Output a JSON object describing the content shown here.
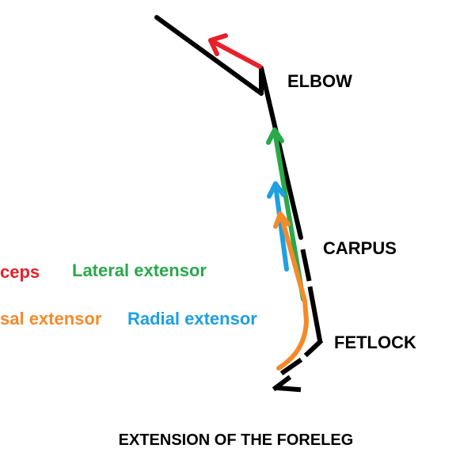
{
  "labels": {
    "elbow": "ELBOW",
    "carpus": "CARPUS",
    "fetlock": "FETLOCK",
    "triceps": "ceps",
    "lateral_extensor": "Lateral extensor",
    "digital_extensor": "sal extensor",
    "radial_extensor": "Radial extensor"
  },
  "title": "EXTENSION OF THE FORELEG",
  "colors": {
    "bone": "#000000",
    "text": "#000000",
    "triceps": "#e8202a",
    "lateral_extensor": "#2aa84a",
    "digital_extensor": "#f48a2a",
    "radial_extensor": "#1ea0e0"
  },
  "icons": {
    "triceps_arrow": "arrow-up-left-icon",
    "lateral_arrow": "arrow-up-icon",
    "radial_arrow": "arrow-up-icon",
    "digital_arrow": "arrow-up-icon"
  }
}
